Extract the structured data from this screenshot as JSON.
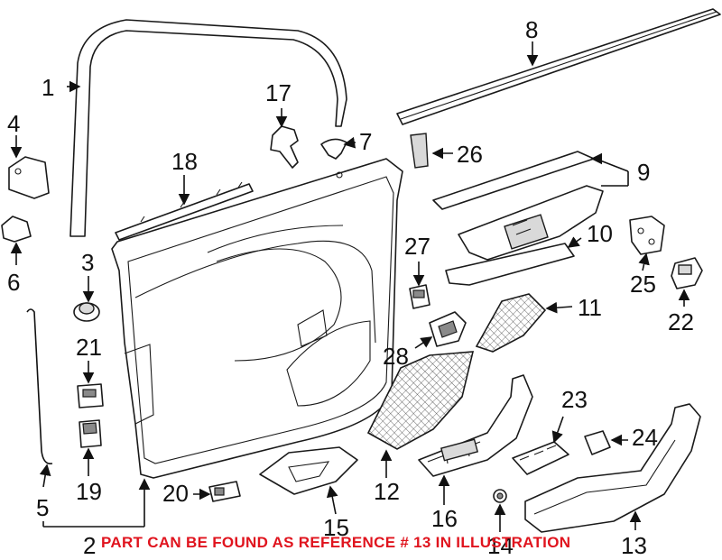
{
  "callouts": {
    "c1": "1",
    "c2": "2",
    "c3": "3",
    "c4": "4",
    "c5": "5",
    "c6": "6",
    "c7": "7",
    "c8": "8",
    "c9": "9",
    "c10": "10",
    "c11": "11",
    "c12": "12",
    "c13": "13",
    "c14": "14",
    "c15": "15",
    "c16": "16",
    "c17": "17",
    "c18": "18",
    "c19": "19",
    "c20": "20",
    "c21": "21",
    "c22": "22",
    "c23": "23",
    "c24": "24",
    "c25": "25",
    "c26": "26",
    "c27": "27",
    "c28": "28"
  },
  "notice": "PART CAN BE FOUND AS REFERENCE # 13 IN ILLUSTRATION",
  "colors": {
    "notice": "#e0141e",
    "line": "#111111"
  }
}
